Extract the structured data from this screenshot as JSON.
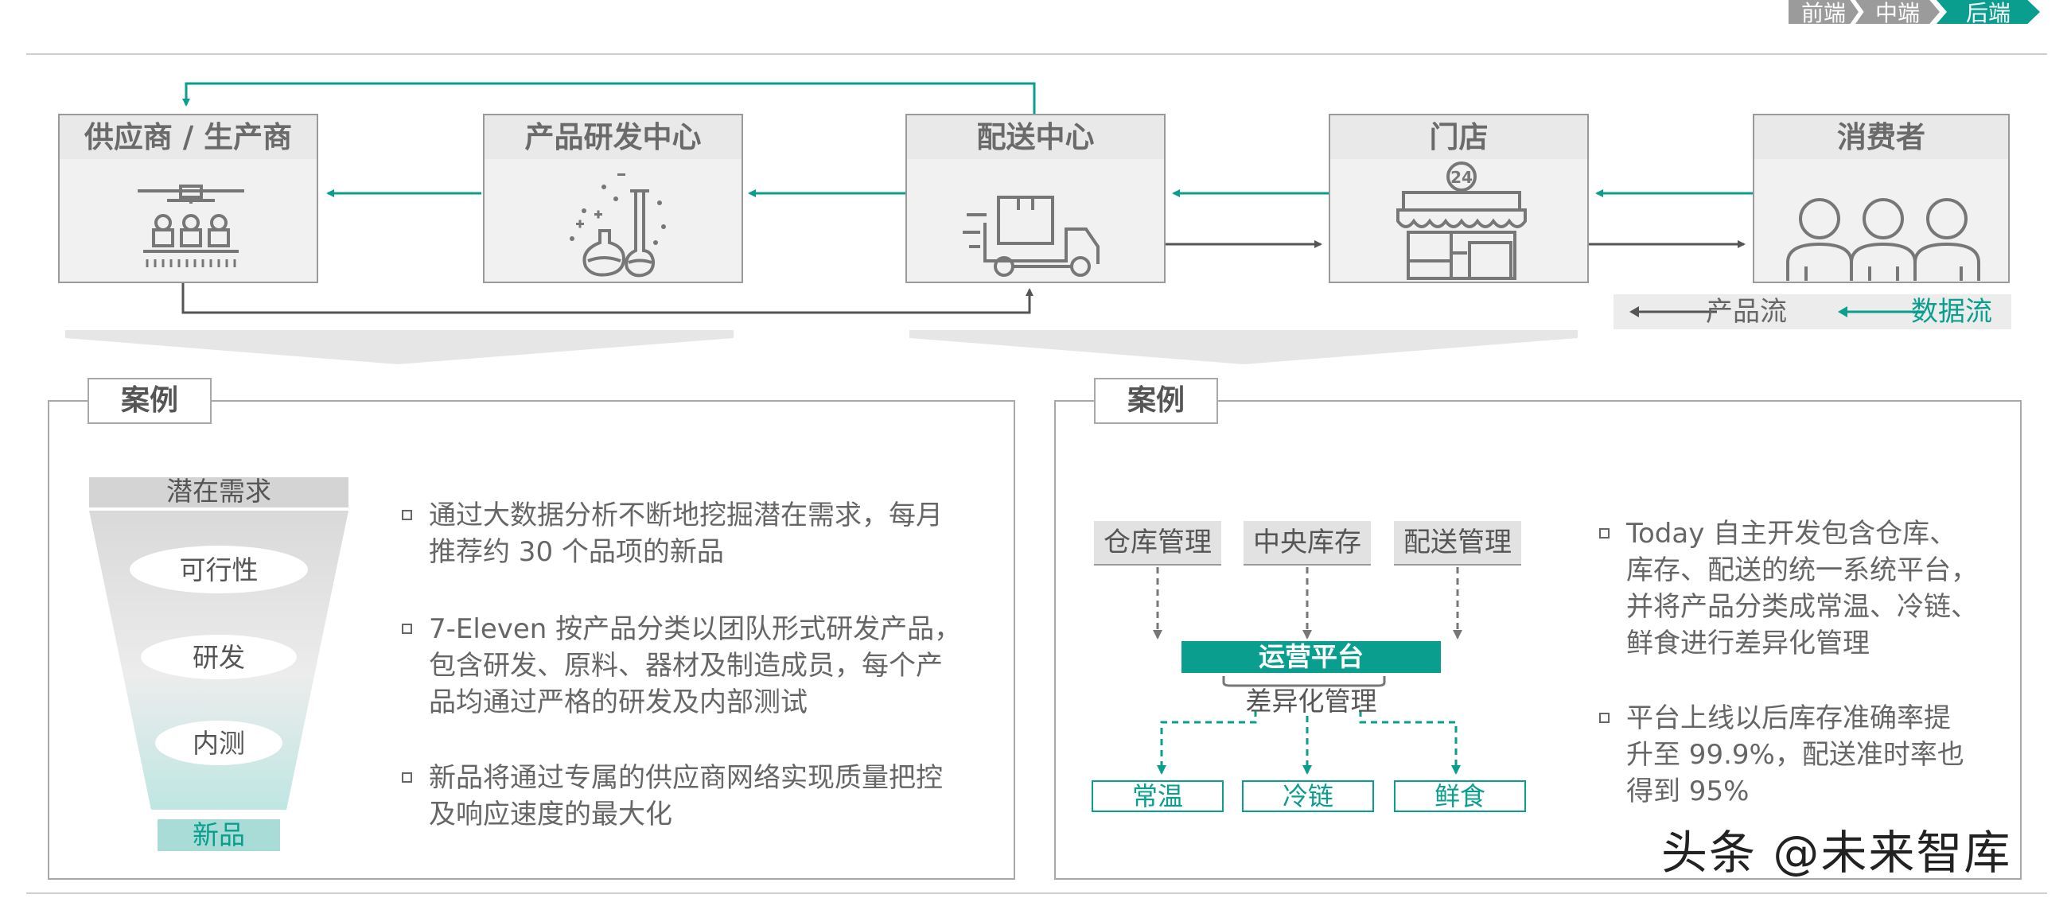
{
  "nav": [
    "前端",
    "中端",
    "后端"
  ],
  "flow": {
    "boxes": [
      {
        "title": "供应商 / 生产商",
        "icon": "factory-conveyor-icon"
      },
      {
        "title": "产品研发中心",
        "icon": "lab-flask-icon"
      },
      {
        "title": "配送中心",
        "icon": "delivery-truck-icon"
      },
      {
        "title": "门店",
        "icon": "convenience-store-icon"
      },
      {
        "title": "消费者",
        "icon": "consumers-icon"
      }
    ],
    "store_badge": "24",
    "legend": {
      "product_flow": "产品流",
      "data_flow": "数据流"
    }
  },
  "left_case": {
    "tag": "案例",
    "funnel": [
      "潜在需求",
      "可行性",
      "研发",
      "内测",
      "新品"
    ],
    "bullets": [
      [
        "通过大数据分析不断地挖掘潜在需求，每月",
        "推荐约 30 个品项的新品"
      ],
      [
        "7-Eleven 按产品分类以团队形式研发产品，",
        "包含研发、原料、器材及制造成员，每个产",
        "品均通过严格的研发及内部测试"
      ],
      [
        "新品将通过专属的供应商网络实现质量把控",
        "及响应速度的最大化"
      ]
    ]
  },
  "right_case": {
    "tag": "案例",
    "inputs": [
      "仓库管理",
      "中央库存",
      "配送管理"
    ],
    "platform": "运营平台",
    "platform_sub": "差异化管理",
    "outputs": [
      "常温",
      "冷链",
      "鲜食"
    ],
    "bullets": [
      [
        "Today 自主开发包含仓库、",
        "库存、配送的统一系统平台，",
        "并将产品分类成常温、冷链、",
        "鲜食进行差异化管理"
      ],
      [
        "平台上线以后库存准确率提",
        "升至 99.9%，配送准时率也",
        "得到 95%"
      ]
    ]
  },
  "watermark": "头条 @未来智库",
  "colors": {
    "teal": "#0a9e8f",
    "gray": "#9a9a9a",
    "dark_arrow": "#555555"
  }
}
